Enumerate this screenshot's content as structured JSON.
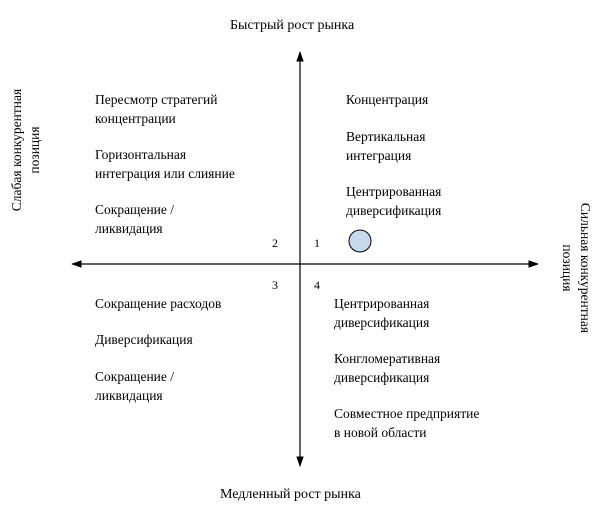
{
  "axes": {
    "top": "Быстрый рост рынка",
    "bottom": "Медленный рост рынка",
    "left_line1": "Слабая конкурентная",
    "left_line2": "позиция",
    "right_line1": "Сильная конкурентная",
    "right_line2": "позиция"
  },
  "quadrant_numbers": {
    "q1": "1",
    "q2": "2",
    "q3": "3",
    "q4": "4"
  },
  "quadrant2": {
    "items": [
      {
        "line1": "Пересмотр стратегий",
        "line2": "концентрации"
      },
      {
        "line1": "Горизонтальная",
        "line2": "интеграция или слияние"
      },
      {
        "line1": "Сокращение /",
        "line2": "ликвидация"
      }
    ]
  },
  "quadrant1": {
    "items": [
      {
        "line1": "Концентрация",
        "line2": ""
      },
      {
        "line1": "Вертикальная",
        "line2": "интеграция"
      },
      {
        "line1": "Центрированная",
        "line2": "диверсификация"
      }
    ]
  },
  "quadrant3": {
    "items": [
      {
        "line1": "Сокращение расходов",
        "line2": ""
      },
      {
        "line1": "Диверсификация",
        "line2": ""
      },
      {
        "line1": "Сокращение /",
        "line2": "ликвидация"
      }
    ]
  },
  "quadrant4": {
    "items": [
      {
        "line1": "Центрированная",
        "line2": "диверсификация"
      },
      {
        "line1": "Конгломеративная",
        "line2": "диверсификация"
      },
      {
        "line1": "Совместное предприятие",
        "line2": "в новой области"
      }
    ]
  },
  "colors": {
    "marker_fill": "#c9d9ec",
    "line": "#000000"
  },
  "marker": {
    "quadrant": "1"
  }
}
